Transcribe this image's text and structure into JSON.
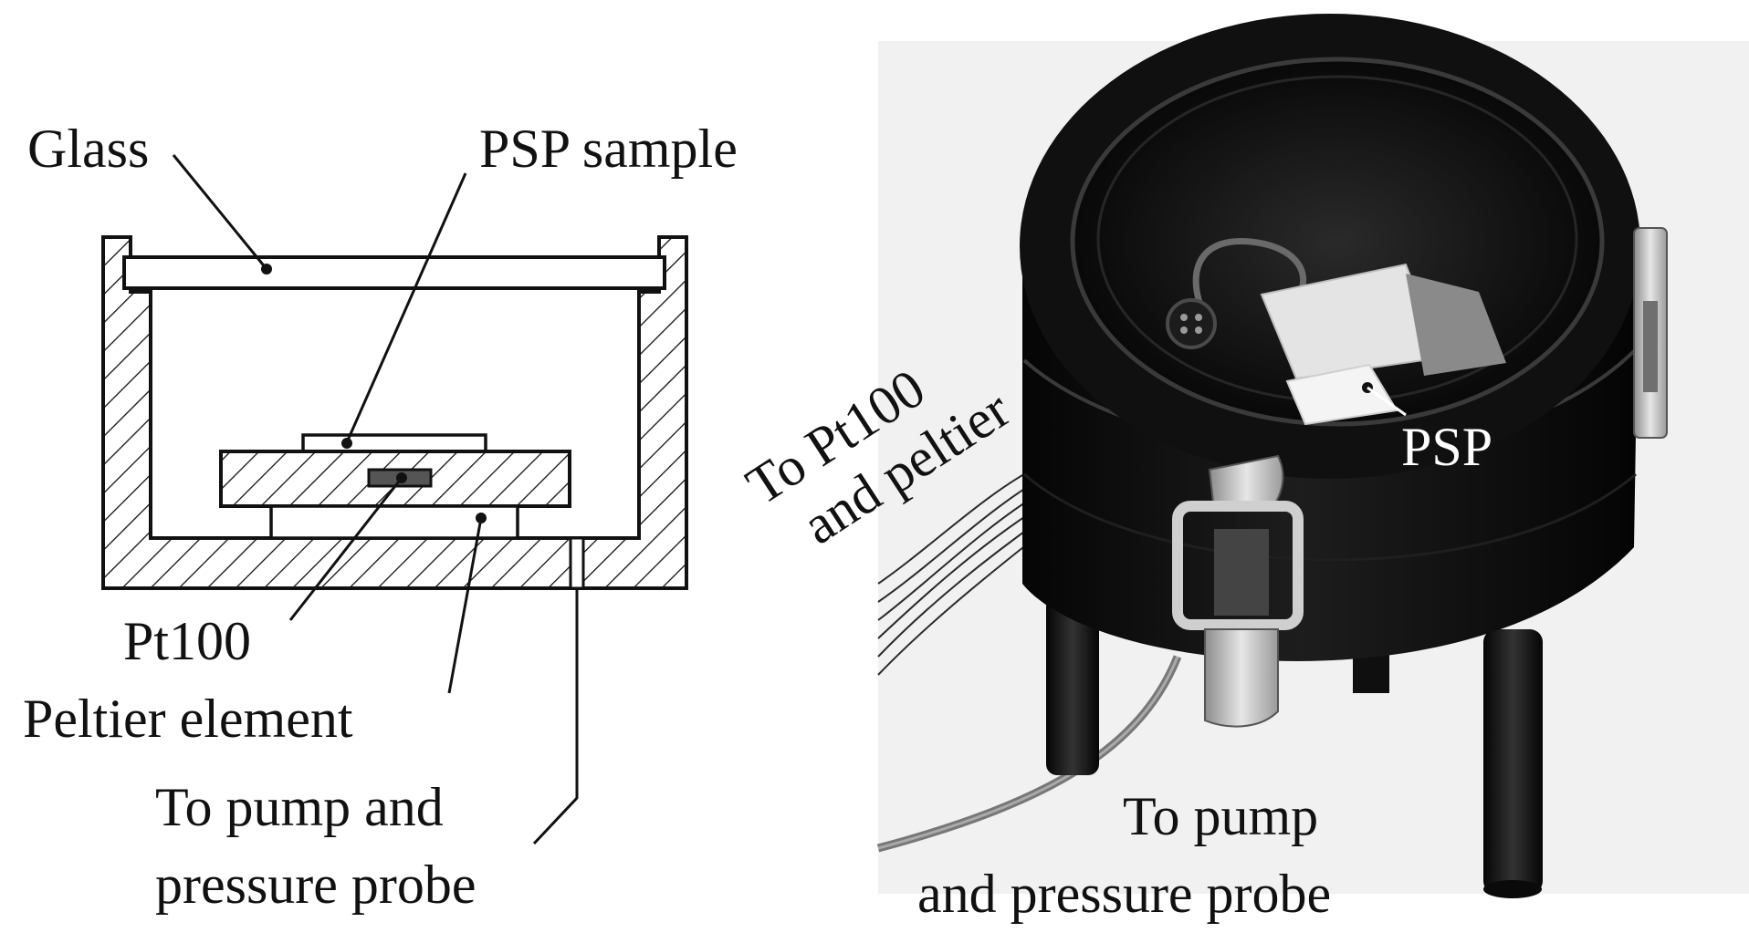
{
  "colors": {
    "ink": "#111111",
    "pot": "#0b0b0b",
    "photo_background": "#f1f1f1",
    "metal": "#c9c9c9",
    "label_white": "#ffffff"
  },
  "icons": [
    "chamber-cross-section-drawing",
    "chamber-photograph"
  ],
  "diagram": {
    "labels": {
      "glass": "Glass",
      "psp_sample": "PSP sample",
      "pt100": "Pt100",
      "peltier": "Peltier element",
      "pump_line1": "To pump and",
      "pump_line2": "pressure probe"
    }
  },
  "photo": {
    "labels": {
      "psp": "PSP",
      "wires_line1": "To Pt100",
      "wires_line2": "and peltier",
      "pump_line1": "To pump",
      "pump_line2": "and pressure probe"
    }
  }
}
